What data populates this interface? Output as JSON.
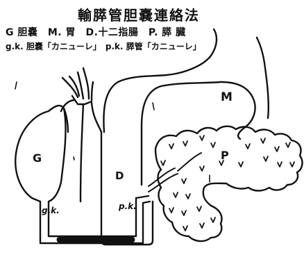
{
  "title": "輸膵管胆嚢連絡法",
  "legend": {
    "line1": "G 胆嚢　M. 胃　D.十二指腸　P. 膵 臓",
    "line2": "g.k. 胆嚢「カニューレ」　p.k. 膵管「カニューレ」"
  },
  "labels": {
    "gallbladder": "G",
    "duodenum": "D",
    "stomach": "M",
    "pancreas": "P",
    "gallbladder_cannula": "g.k.",
    "pancreatic_cannula": "p.k."
  },
  "colors": {
    "ink": "#111111",
    "background": "#ffffff"
  }
}
